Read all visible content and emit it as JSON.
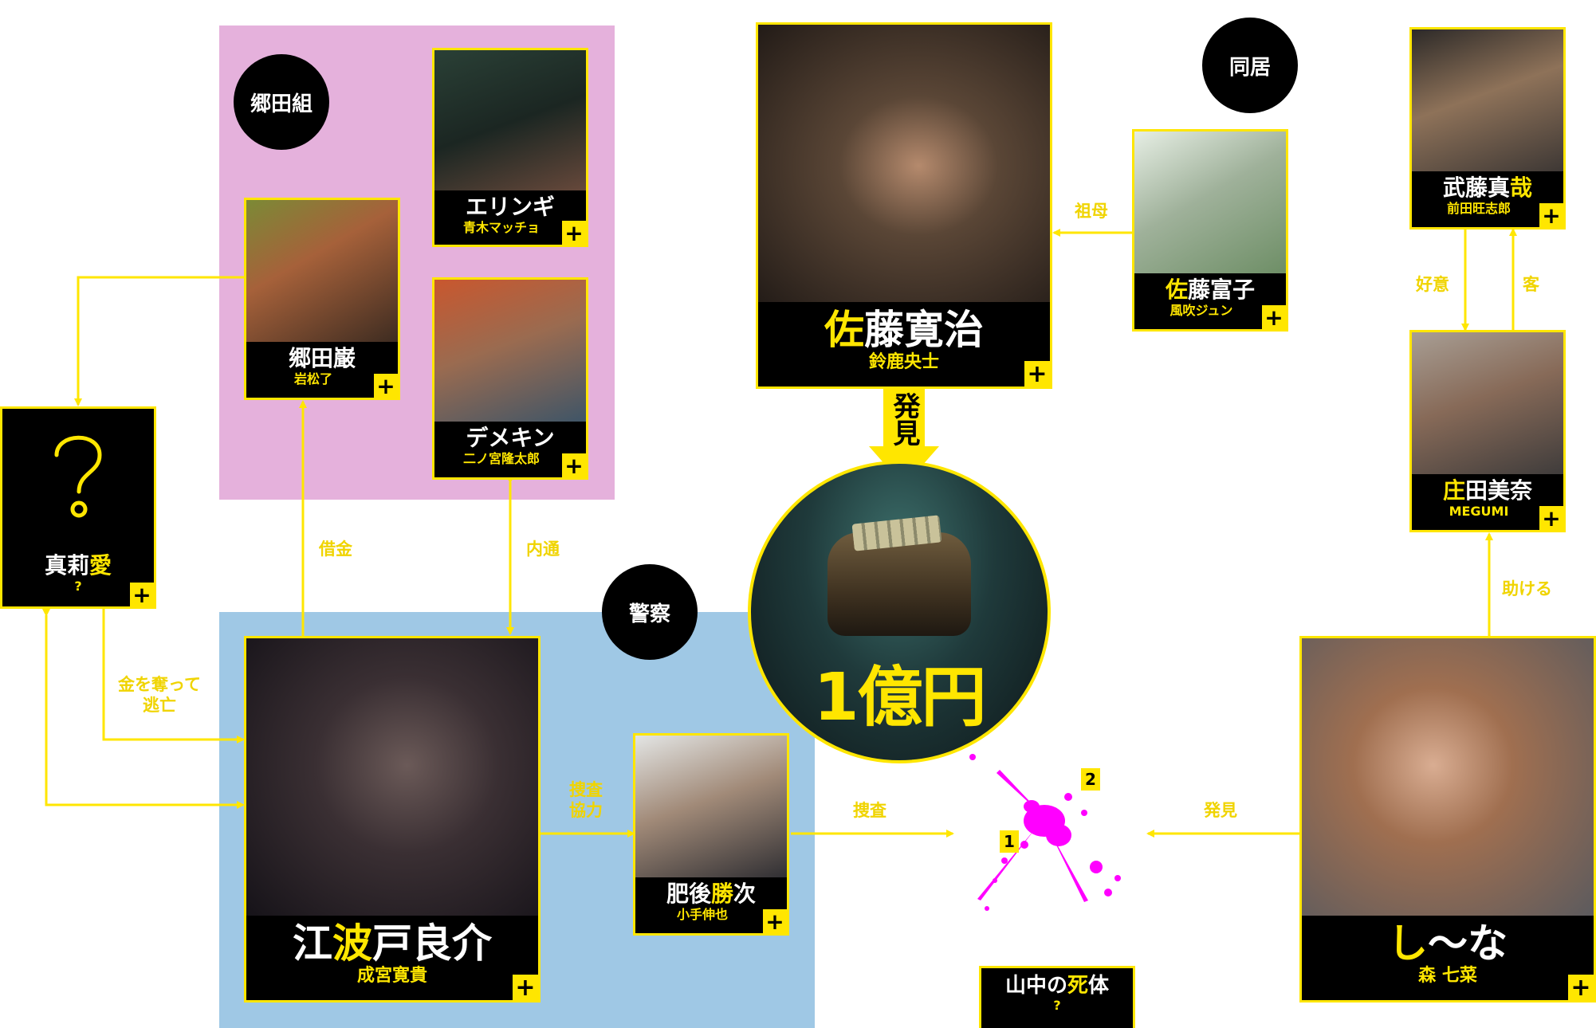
{
  "colors": {
    "accent": "#ffe600",
    "gouda_bg": "#e5b1dc",
    "police_bg": "#9fc8e5",
    "splatter": "#ff00ff"
  },
  "groups": {
    "gouda": {
      "label": "郷田組"
    },
    "police": {
      "label": "警察"
    },
    "doukyo": {
      "label": "同居"
    }
  },
  "characters": {
    "eringi": {
      "name": "エリンギ",
      "actor": "青木マッチョ",
      "plus": "+"
    },
    "gouda": {
      "name": "郷田巌",
      "actor": "岩松了",
      "plus": "+"
    },
    "demekin": {
      "name": "デメキン",
      "actor": "二ノ宮隆太郎",
      "plus": "+"
    },
    "marie": {
      "name_pre": "真莉",
      "name_hl": "愛",
      "actor": "?",
      "plus": "+",
      "icon": "question-mark-icon"
    },
    "ebato": {
      "name_pre": "江",
      "name_hl": "波",
      "name_post": "戸良介",
      "actor": "成宮寛貴",
      "plus": "+"
    },
    "higo": {
      "name_pre": "肥後",
      "name_hl": "勝",
      "name_post": "次",
      "actor": "小手伸也",
      "plus": "+"
    },
    "sato": {
      "name_hl": "佐",
      "name_post": "藤寛治",
      "actor": "鈴鹿央士",
      "plus": "+"
    },
    "tomiko": {
      "name_hl": "佐",
      "name_post": "藤富子",
      "actor": "風吹ジュン",
      "plus": "+"
    },
    "muto": {
      "name_pre": "武藤真",
      "name_hl": "哉",
      "actor": "前田旺志郎",
      "plus": "+"
    },
    "shoda": {
      "name_hl": "庄",
      "name_post": "田美奈",
      "actor": "MEGUMI",
      "plus": "+"
    },
    "shina": {
      "name_hl": "し",
      "name_post": "〜な",
      "actor": "森 七菜",
      "plus": "+"
    },
    "body": {
      "name_pre": "山中の",
      "name_hl": "死",
      "name_post": "体",
      "actor": "?"
    }
  },
  "money": {
    "label": "1億円",
    "discover_arrow": "発見"
  },
  "markers": [
    "1",
    "2"
  ],
  "relations": {
    "shakkin": "借金",
    "naitsu": "内通",
    "ubatte": "金を奪って\n逃亡",
    "sousa_kyoryoku": "捜査\n協力",
    "sousa": "捜査",
    "hakken": "発見",
    "sobo": "祖母",
    "koui": "好意",
    "kyaku": "客",
    "tasukeru": "助ける"
  }
}
